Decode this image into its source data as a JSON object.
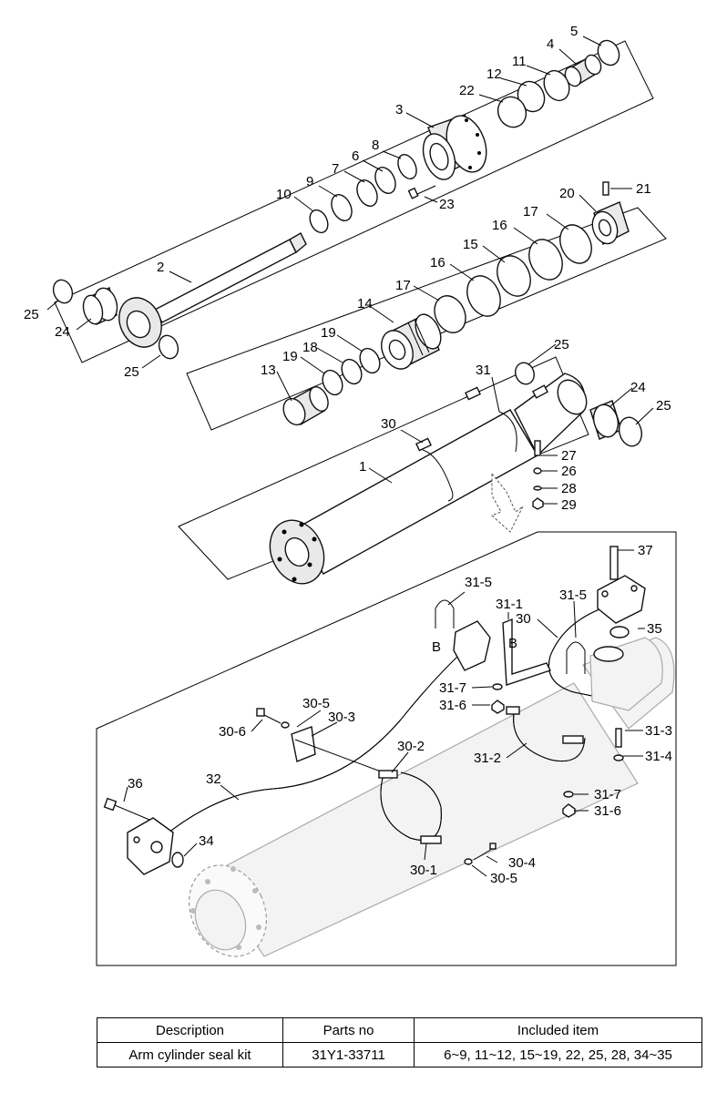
{
  "callouts": {
    "c1": "1",
    "c2": "2",
    "c3": "3",
    "c4": "4",
    "c5": "5",
    "c6": "6",
    "c7": "7",
    "c8": "8",
    "c9": "9",
    "c10": "10",
    "c11": "11",
    "c12": "12",
    "c13": "13",
    "c14": "14",
    "c15": "15",
    "c16a": "16",
    "c16b": "16",
    "c17a": "17",
    "c17b": "17",
    "c18": "18",
    "c19a": "19",
    "c19b": "19",
    "c20": "20",
    "c21": "21",
    "c22": "22",
    "c23": "23",
    "c24a": "24",
    "c24b": "24",
    "c25a": "25",
    "c25b": "25",
    "c25c": "25",
    "c25d": "25",
    "c26": "26",
    "c27": "27",
    "c28": "28",
    "c29": "29",
    "c30a": "30",
    "c31": "31",
    "c37": "37",
    "c31_5a": "31-5",
    "c31_5b": "31-5",
    "c31_1": "31-1",
    "c30b": "30",
    "c35": "35",
    "cBa": "B",
    "cBb": "B",
    "c31_7a": "31-7",
    "c31_6a": "31-6",
    "c30_5a": "30-5",
    "c30_3": "30-3",
    "c30_6": "30-6",
    "c31_3": "31-3",
    "c31_4": "31-4",
    "c30_2": "30-2",
    "c31_2": "31-2",
    "c32": "32",
    "c36": "36",
    "c31_7b": "31-7",
    "c31_6b": "31-6",
    "c34": "34",
    "c30_4": "30-4",
    "c30_1": "30-1",
    "c30_5b": "30-5"
  },
  "table": {
    "headers": [
      "Description",
      "Parts no",
      "Included item"
    ],
    "rows": [
      [
        "Arm cylinder seal kit",
        "31Y1-33711",
        "6~9, 11~12, 15~19, 22, 25, 28, 34~35"
      ]
    ]
  }
}
